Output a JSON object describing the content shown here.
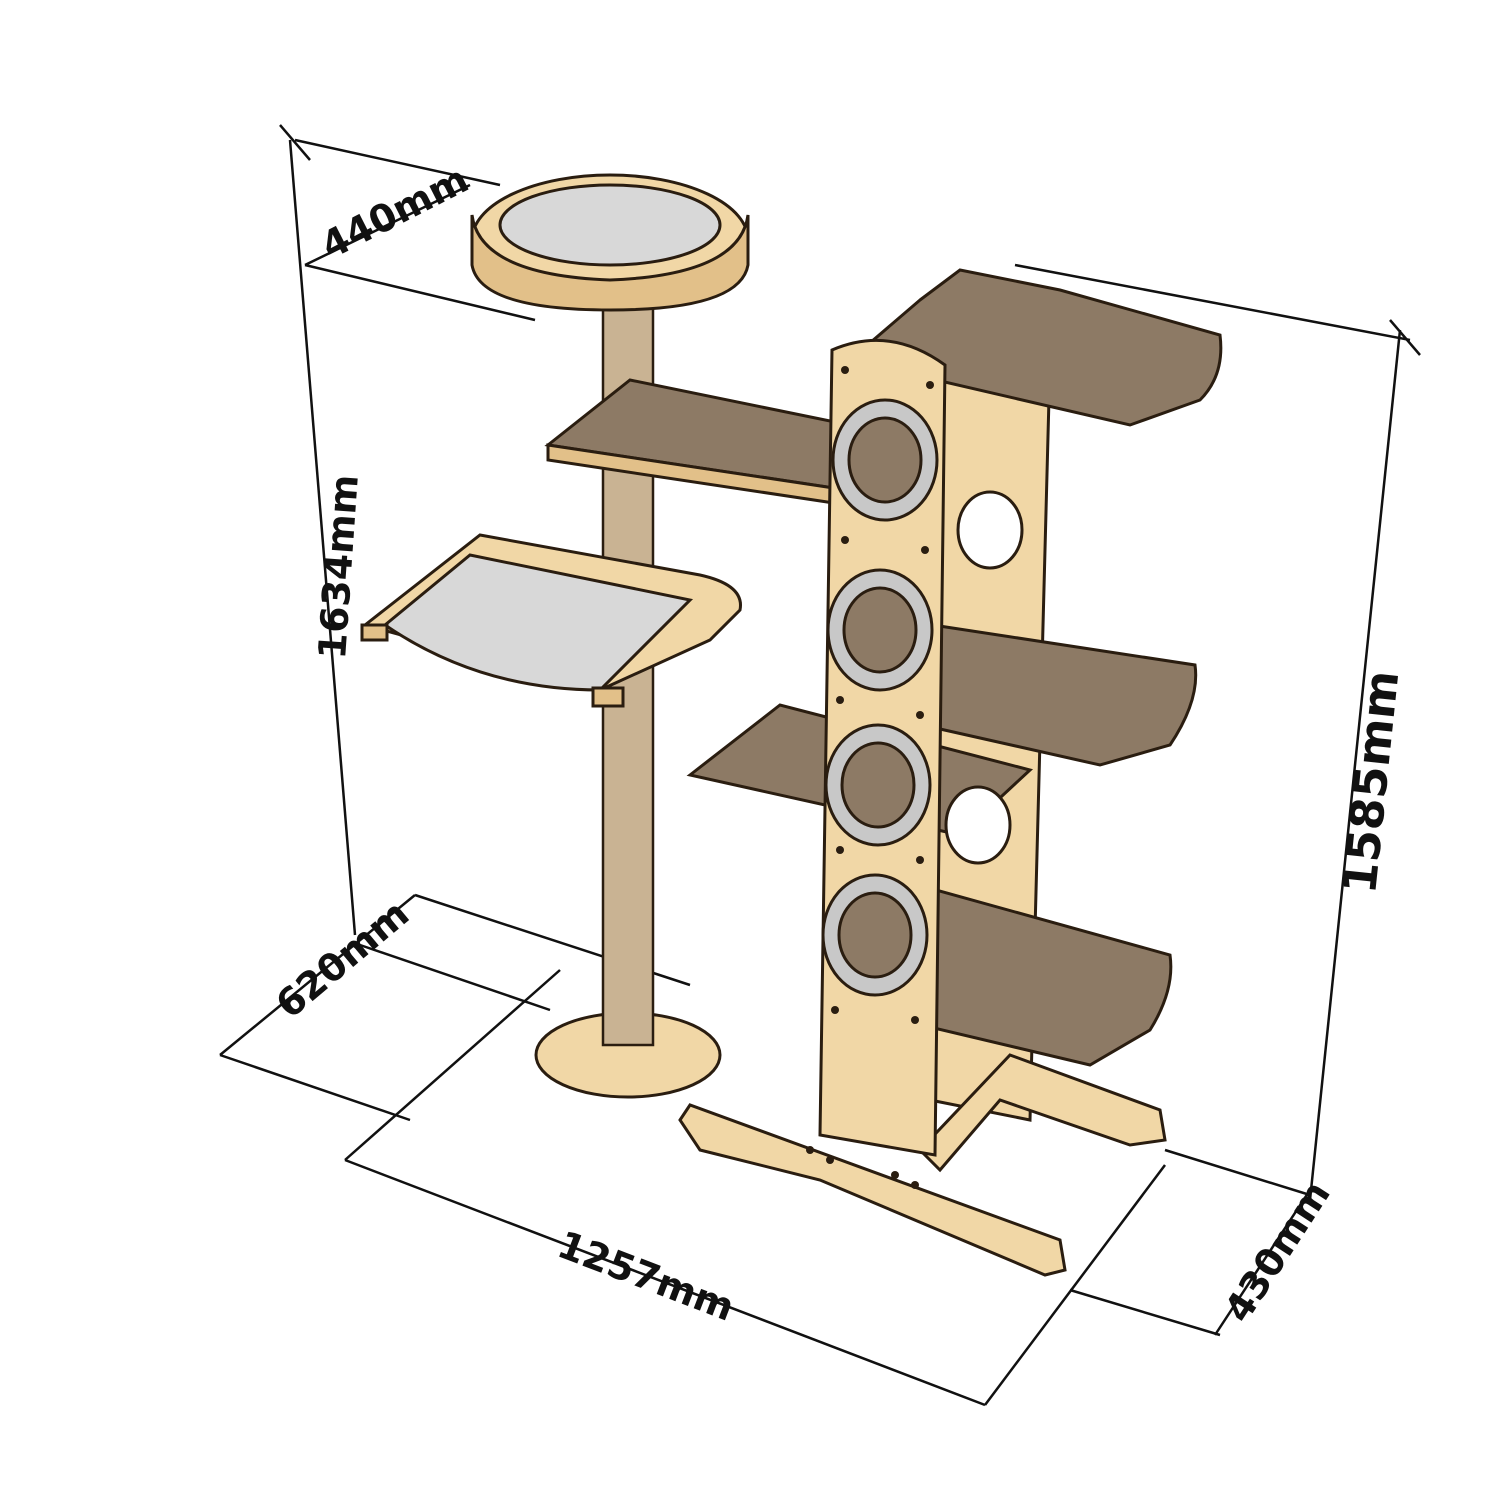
{
  "dimensions": {
    "bed_diameter": "440mm",
    "left_height": "1634mm",
    "left_base_depth": "620mm",
    "total_width": "1257mm",
    "right_depth": "430mm",
    "right_height": "1585mm"
  },
  "colors": {
    "wood": "#f1d7a6",
    "carpet": "#8d7a65",
    "ring": "#c8c8c8",
    "outline": "#2a1d10"
  }
}
